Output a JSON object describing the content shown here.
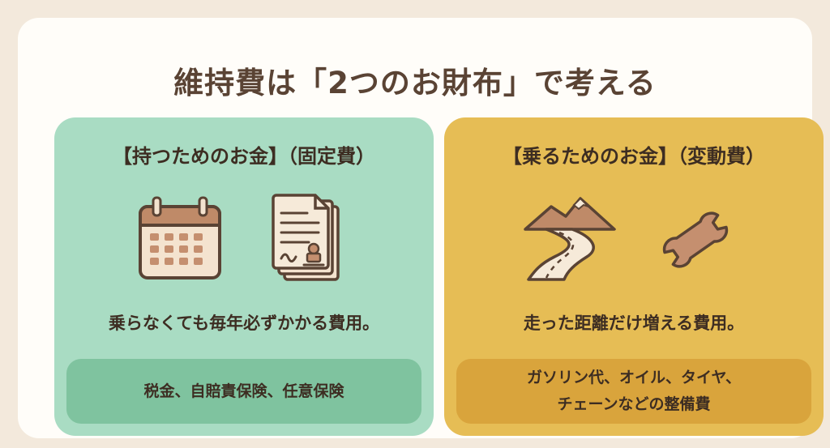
{
  "title": "維持費は「2つのお財布」で考える",
  "panels": {
    "fixed": {
      "heading": "【持つためのお金】（固定費）",
      "description": "乗らなくても毎年必ずかかる費用。",
      "examples": [
        "税金、自賠責保険、任意保険"
      ],
      "color": "#a9dcc3",
      "icons": [
        "calendar-icon",
        "documents-icon"
      ]
    },
    "variable": {
      "heading": "【乗るためのお金】（変動費）",
      "description": "走った距離だけ増える費用。",
      "examples": [
        "ガソリン代、オイル、タイヤ、",
        "チェーンなどの整備費"
      ],
      "color": "#e6bd55",
      "icons": [
        "mountain-road-icon",
        "wrench-icon"
      ]
    }
  }
}
